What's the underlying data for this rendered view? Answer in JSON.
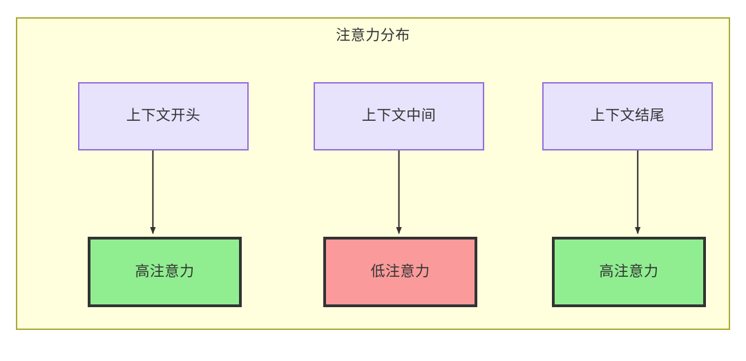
{
  "diagram": {
    "title": "注意力分布",
    "colors": {
      "container_fill": "#ffffde",
      "container_border": "#aaaa33",
      "context_fill": "#e8e3fd",
      "context_border": "#9370db",
      "high_attention_fill": "#90ee90",
      "low_attention_fill": "#fa9a9a",
      "attention_border": "#333333",
      "edge": "#333333",
      "text": "#333333"
    },
    "columns": [
      {
        "source": {
          "label": "上下文开头"
        },
        "target": {
          "label": "高注意力",
          "level": "high"
        }
      },
      {
        "source": {
          "label": "上下文中间"
        },
        "target": {
          "label": "低注意力",
          "level": "low"
        }
      },
      {
        "source": {
          "label": "上下文结尾"
        },
        "target": {
          "label": "高注意力",
          "level": "high"
        }
      }
    ]
  }
}
